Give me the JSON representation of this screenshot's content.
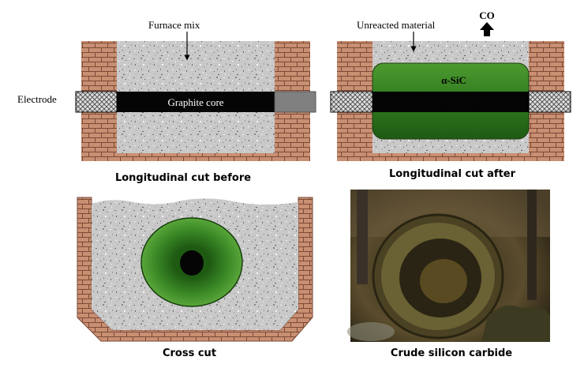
{
  "labels": {
    "furnace_mix": "Furnace mix",
    "electrode": "Electrode",
    "graphite_core": "Graphite core",
    "unreacted_material": "Unreacted material",
    "co": "CO",
    "alpha_sic": "α-SiC"
  },
  "captions": {
    "longitudinal_before": "Longitudinal cut before",
    "longitudinal_after": "Longitudinal cut after",
    "cross_cut": "Cross cut",
    "crude_sic": "Crude silicon carbide"
  },
  "colors": {
    "brick": "#c98f72",
    "mortar": "#7a4a38",
    "granite_base": "#c9c9c9",
    "graphite": "#050505",
    "sic_green": "#2f7a1f",
    "sic_green_light": "#5da83f",
    "electrode_gray": "#808080"
  }
}
